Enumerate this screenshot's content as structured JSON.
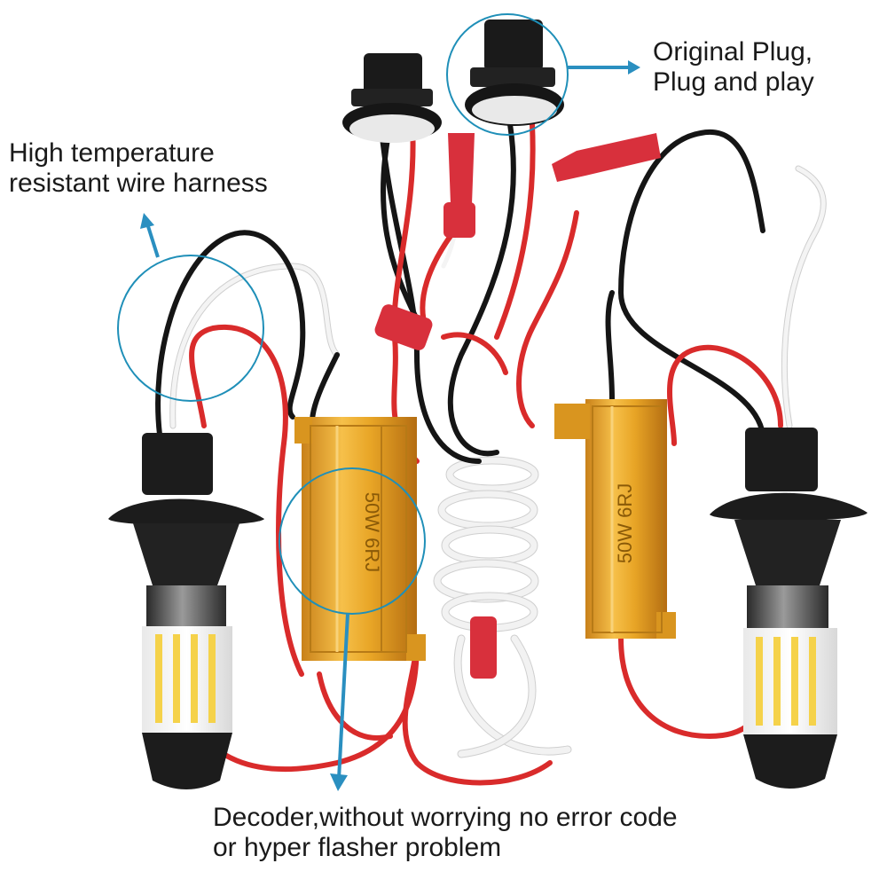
{
  "callouts": {
    "original_plug": {
      "line1": "Original Plug,",
      "line2": "Plug and play"
    },
    "wire_harness": {
      "line1": "High temperature",
      "line2": "resistant wire harness"
    },
    "decoder": {
      "line1": "Decoder,without worrying no error code",
      "line2": "or hyper flasher problem"
    }
  },
  "resistor_labels": {
    "left": "50W 6RJ",
    "right": "50W 6RJ"
  },
  "colors": {
    "callout_circle": "#1f8fb8",
    "arrow": "#2a8fc0",
    "wire_red": "#d92b2b",
    "wire_black": "#1a1a1a",
    "wire_white": "#f2f2f2",
    "resistor_gold": "#e8a526",
    "bulb_body": "#1c1c1c",
    "led_yellow": "#f5d24a"
  }
}
